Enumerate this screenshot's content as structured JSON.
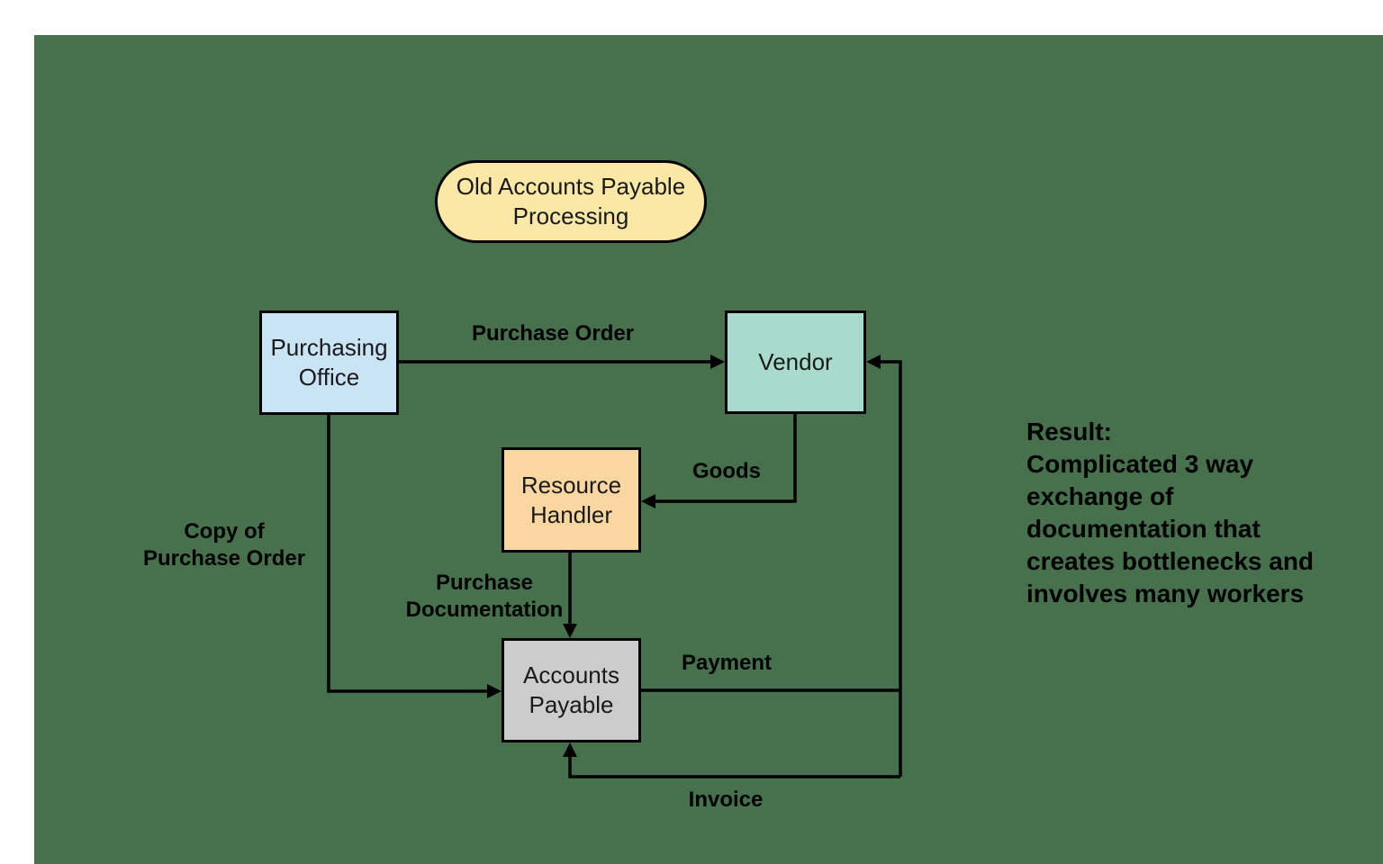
{
  "colors": {
    "background": "#47714C",
    "margin": "#FFFFFF",
    "line": "#000000",
    "title_fill": "#FBE8A6",
    "purchasing_office_fill": "#C9E4F5",
    "vendor_fill": "#A8DBCC",
    "resource_handler_fill": "#FAD7A1",
    "accounts_payable_fill": "#CCCCCC"
  },
  "title_bubble": {
    "text": "Old Accounts Payable\nProcessing"
  },
  "nodes": {
    "purchasing_office": {
      "label": "Purchasing\nOffice"
    },
    "vendor": {
      "label": "Vendor"
    },
    "resource_handler": {
      "label": "Resource\nHandler"
    },
    "accounts_payable": {
      "label": "Accounts\nPayable"
    }
  },
  "edge_labels": {
    "purchase_order": "Purchase Order",
    "copy_of_purchase_order": "Copy of\nPurchase Order",
    "goods": "Goods",
    "purchase_documentation": "Purchase\nDocumentation",
    "payment": "Payment",
    "invoice": "Invoice"
  },
  "result_note": "Result:\nComplicated 3 way\nexchange of\ndocumentation that\ncreates bottlenecks and\ninvolves many workers"
}
